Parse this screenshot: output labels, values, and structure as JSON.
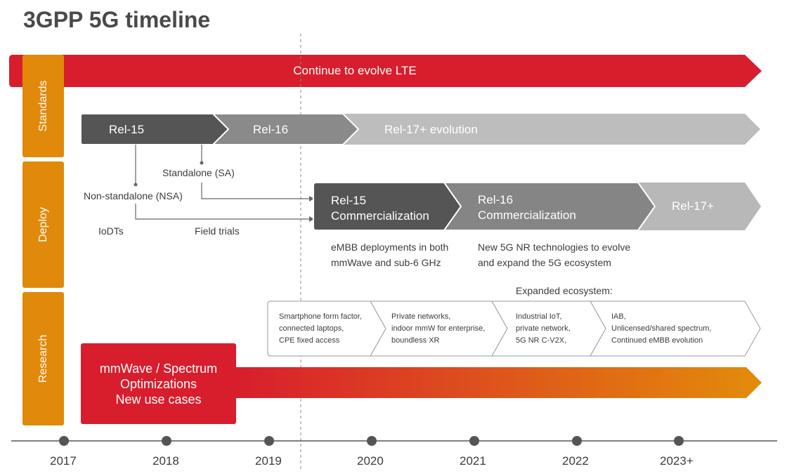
{
  "title": "3GPP 5G timeline",
  "colors": {
    "red": "#d81d2d",
    "orange": "#e0890b",
    "dark_gray": "#555555",
    "mid_gray": "#858585",
    "light_gray": "#b3b3b3"
  },
  "sidebar": [
    "Standards",
    "Deploy",
    "Research"
  ],
  "standards": {
    "lte_bar": "Continue to evolve LTE",
    "rel15": "Rel-15",
    "rel16": "Rel-16",
    "rel17": "Rel-17+ evolution",
    "standalone": "Standalone (SA)",
    "nonstandalone": "Non-standalone (NSA)",
    "iodts": "IoDTs",
    "field_trials": "Field trials"
  },
  "deploy": {
    "rel15_line1": "Rel-15",
    "rel15_line2": "Commercialization",
    "rel16_line1": "Rel-16",
    "rel16_line2": "Commercialization",
    "rel17": "Rel-17+",
    "desc1_line1": "eMBB deployments in both",
    "desc1_line2": "mmWave and sub-6 GHz",
    "desc2_line1": "New 5G NR technologies to evolve",
    "desc2_line2": "and expand the 5G ecosystem"
  },
  "ecosystem": {
    "heading": "Expanded ecosystem:",
    "boxes": [
      [
        "Smartphone form factor,",
        "connected laptops,",
        "CPE fixed access"
      ],
      [
        "Private networks,",
        "indoor mmW for enterprise,",
        "boundless XR"
      ],
      [
        "Industrial IoT,",
        "private network,",
        "5G NR C-V2X,"
      ],
      [
        "IAB,",
        "Unlicensed/shared spectrum,",
        "Continued eMBB evolution"
      ]
    ]
  },
  "research": {
    "line1": "mmWave / Spectrum",
    "line2": "Optimizations",
    "line3": "New use cases"
  },
  "years": [
    "2017",
    "2018",
    "2019",
    "2020",
    "2021",
    "2022",
    "2023+"
  ]
}
